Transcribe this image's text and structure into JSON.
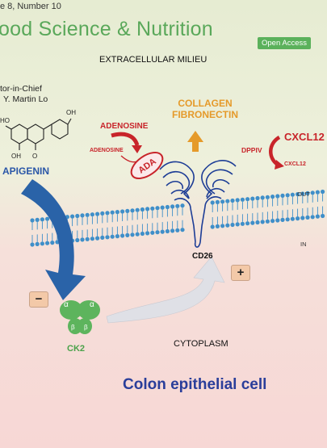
{
  "header": {
    "issue_line": "e 8, Number 10",
    "journal_title": "ood Science & Nutrition",
    "open_access": "Open Access"
  },
  "editor": {
    "line1": "tor-in-Chief",
    "line2": "Y. Martin Lo"
  },
  "labels": {
    "extracellular": "EXTRACELLULAR MILIEU",
    "apigenin": "APIGENIN",
    "adenosine_large": "ADENOSINE",
    "adenosine_small": "ADENOSINE",
    "ada": "ADA",
    "collagen_fibronectin": "COLLAGEN FIBRONECTIN",
    "cxcl12_large": "CXCL12",
    "cxcl12_small": "CXCL12",
    "dppiv": "DPPIV",
    "out": "OUT",
    "in": "IN",
    "cd26": "CD26",
    "minus": "−",
    "plus": "+",
    "ck2": "CK2",
    "alpha": "α",
    "beta": "β",
    "cytoplasm": "CYTOPLASM",
    "cell": "Colon epithelial cell"
  },
  "colors": {
    "membrane": "#3f8fc9",
    "apigenin_arrow": "#2a63a8",
    "ada_red": "#c8242a",
    "collagen_arrow": "#e59a2a",
    "ck2_green": "#4aa24a",
    "cd26_blue": "#1d3d96"
  }
}
